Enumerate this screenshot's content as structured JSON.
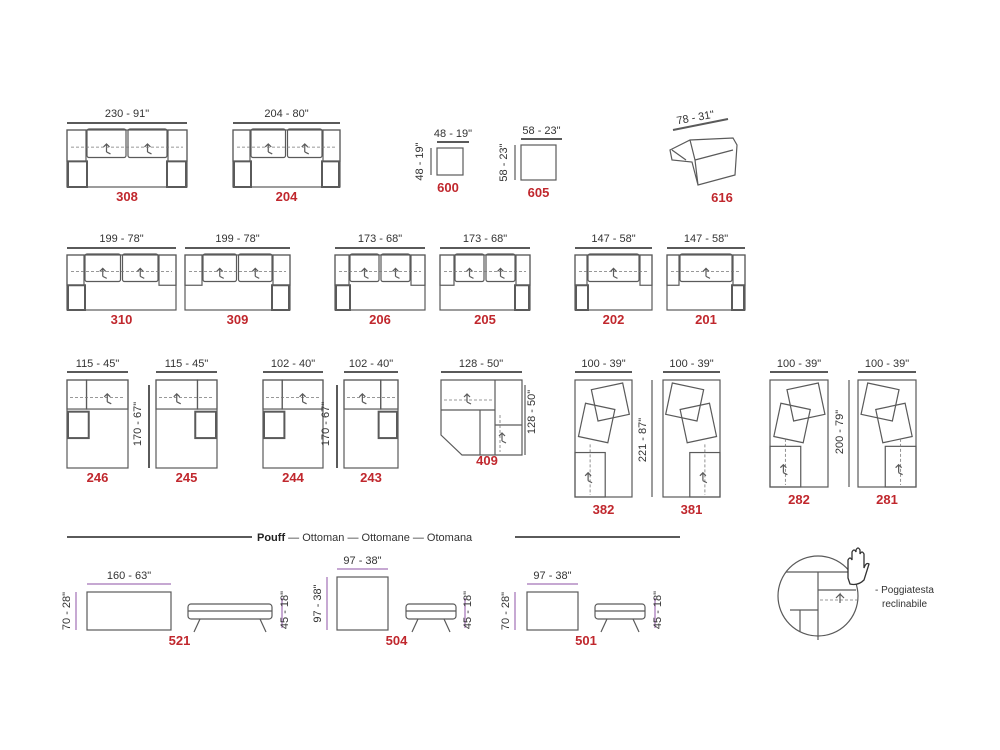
{
  "modules": [
    {
      "code": "308",
      "width": "230 - 91\""
    },
    {
      "code": "204",
      "width": "204 - 80\""
    },
    {
      "code": "600",
      "width": "48 - 19\"",
      "depth": "48 - 19\""
    },
    {
      "code": "605",
      "width": "58 - 23\"",
      "depth": "58 - 23\""
    },
    {
      "code": "616",
      "width": "78 - 31\""
    },
    {
      "code": "310",
      "width": "199 - 78\""
    },
    {
      "code": "309",
      "width": "199 - 78\""
    },
    {
      "code": "206",
      "width": "173 - 68\""
    },
    {
      "code": "205",
      "width": "173 - 68\""
    },
    {
      "code": "202",
      "width": "147 - 58\""
    },
    {
      "code": "201",
      "width": "147 - 58\""
    },
    {
      "code": "246",
      "width": "115 - 45\"",
      "depth": "170 - 67\""
    },
    {
      "code": "245",
      "width": "115 - 45\""
    },
    {
      "code": "244",
      "width": "102 - 40\"",
      "depth": "170 - 67\""
    },
    {
      "code": "243",
      "width": "102 - 40\""
    },
    {
      "code": "409",
      "width": "128 - 50\"",
      "depth": "128 - 50\""
    },
    {
      "code": "382",
      "width": "100 - 39\"",
      "depth": "221 - 87\""
    },
    {
      "code": "381",
      "width": "100 - 39\""
    },
    {
      "code": "282",
      "width": "100 - 39\"",
      "depth": "200 - 79\""
    },
    {
      "code": "281",
      "width": "100 - 39\""
    },
    {
      "code": "521",
      "width": "160 - 63\"",
      "depth": "70 - 28\"",
      "height": "45 - 18\""
    },
    {
      "code": "504",
      "width": "97 - 38\"",
      "depth": "97 - 38\"",
      "height": "45 - 18\""
    },
    {
      "code": "501",
      "width": "97 - 38\"",
      "depth": "70 - 28\"",
      "height": "45 - 18\""
    }
  ],
  "pouf_section": {
    "title_bold": "Pouff",
    "title_rest": " — Ottoman — Ottomane — Otomana"
  },
  "detail": {
    "label_line1": "- Poggiatesta",
    "label_line2": "reclinabile",
    "icon": "hand-icon"
  },
  "colors": {
    "code": "#c0272d",
    "line": "#5a5a5a",
    "dim_accent": "#b48cc4"
  }
}
